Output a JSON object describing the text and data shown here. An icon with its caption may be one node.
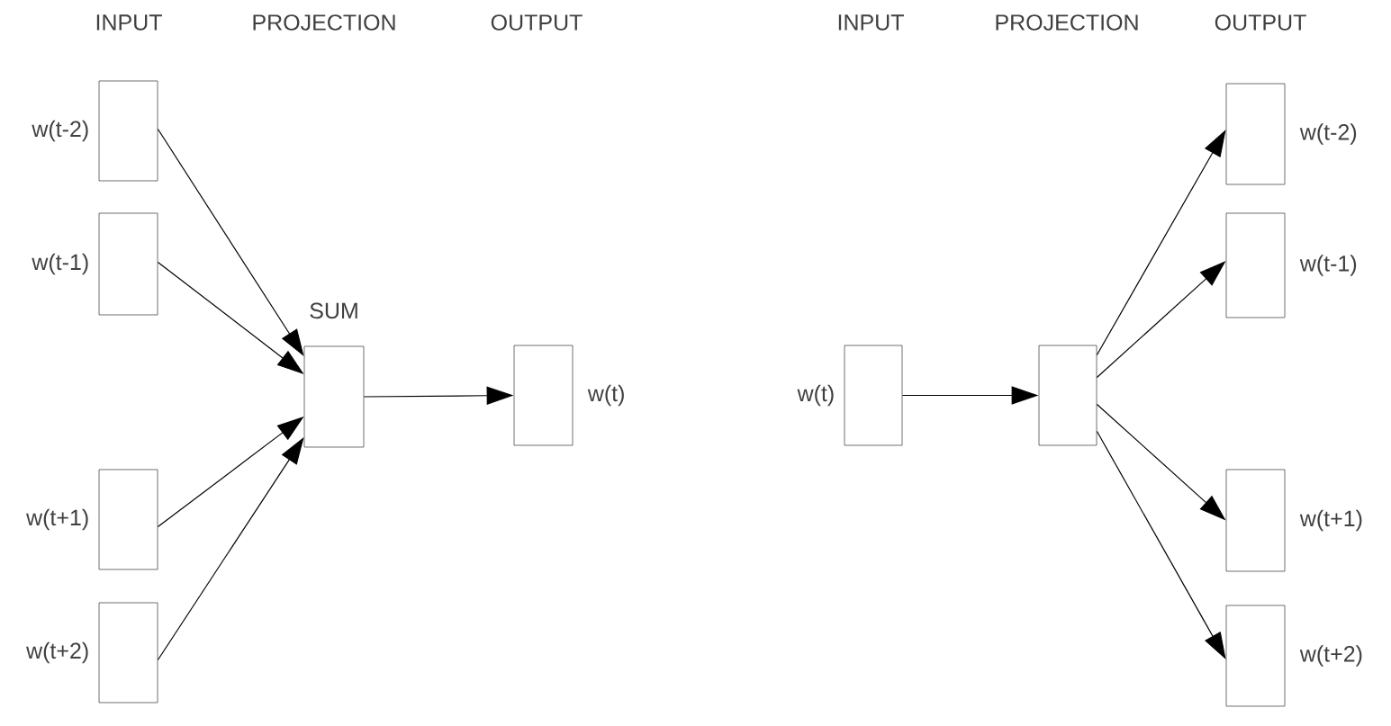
{
  "diagram": {
    "nodes": [
      {
        "text": [],
        "shape": "box",
        "beside": [
          "w(t-2)"
        ]
      },
      {
        "text": [],
        "shape": "box",
        "beside": [
          "w(t-1)"
        ]
      },
      {
        "text": [],
        "shape": "box",
        "beside": [
          "w(t+1)"
        ]
      },
      {
        "text": [],
        "shape": "box",
        "beside": [
          "w(t+2)"
        ]
      },
      {
        "text": [
          "SUM"
        ]
      },
      {
        "text": [],
        "shape": "box",
        "beside": [
          "w(t)"
        ]
      },
      {
        "text": [],
        "shape": "box",
        "beside": [
          "w(t)"
        ]
      },
      {
        "text": [],
        "shape": "box"
      },
      {
        "text": [],
        "shape": "box",
        "beside": [
          "w(t-2)"
        ]
      },
      {
        "text": [],
        "shape": "box",
        "beside": [
          "w(t-1)"
        ]
      },
      {
        "text": [],
        "shape": "box",
        "beside": [
          "w(t+1)"
        ]
      },
      {
        "text": [],
        "shape": "box",
        "beside": [
          "w(t+2)"
        ]
      }
    ],
    "edges": [
      {
        "from": 0,
        "to": 4,
        "arrow": "to"
      },
      {
        "from": 1,
        "to": 4,
        "arrow": "to"
      },
      {
        "from": 2,
        "to": 4,
        "arrow": "to"
      },
      {
        "from": 3,
        "to": 4,
        "arrow": "to"
      },
      {
        "from": 4,
        "to": 5,
        "arrow": "to"
      },
      {
        "from": 6,
        "to": 7,
        "arrow": "to"
      },
      {
        "from": 7,
        "to": 8,
        "arrow": "to"
      },
      {
        "from": 7,
        "to": 9,
        "arrow": "to"
      },
      {
        "from": 7,
        "to": 10,
        "arrow": "to"
      },
      {
        "from": 7,
        "to": 11,
        "arrow": "to"
      }
    ],
    "labels": [
      "INPUT",
      "PROJECTION",
      "OUTPUT",
      "INPUT",
      "PROJECTION",
      "OUTPUT"
    ]
  }
}
